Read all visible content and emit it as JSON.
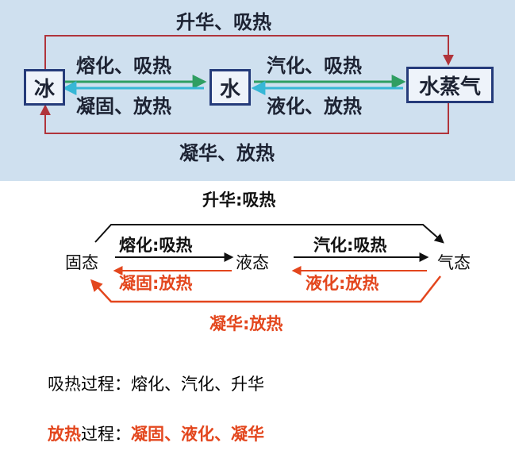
{
  "colors": {
    "top_panel_bg": "#cfe0ef",
    "box_border": "#253b7a",
    "loop_line": "#b0343b",
    "arrow_green": "#2f9e62",
    "arrow_cyan": "#37b7d6",
    "red_accent": "#e3461d"
  },
  "top_diagram": {
    "states": {
      "ice": "冰",
      "water": "水",
      "vapor": "水蒸气"
    },
    "labels": {
      "sublimation": "升华、吸热",
      "melting": "熔化、吸热",
      "solidification": "凝固、放热",
      "vaporization": "汽化、吸热",
      "liquefaction": "液化、放热",
      "deposition": "凝华、放热"
    }
  },
  "bottom_diagram": {
    "states": {
      "solid": "固态",
      "liquid": "液态",
      "gas": "气态"
    },
    "labels": {
      "sublimation": "升华:吸热",
      "melting": "熔化:吸热",
      "vaporization": "汽化:吸热",
      "solidification": "凝固:放热",
      "liquefaction": "液化:放热",
      "deposition": "凝华:放热"
    }
  },
  "summary": {
    "absorb": {
      "lead": "吸热",
      "rest": "过程：",
      "list": "熔化、汽化、升华"
    },
    "release": {
      "lead": "放热",
      "rest": "过程：",
      "list": "凝固、液化、凝华"
    }
  }
}
